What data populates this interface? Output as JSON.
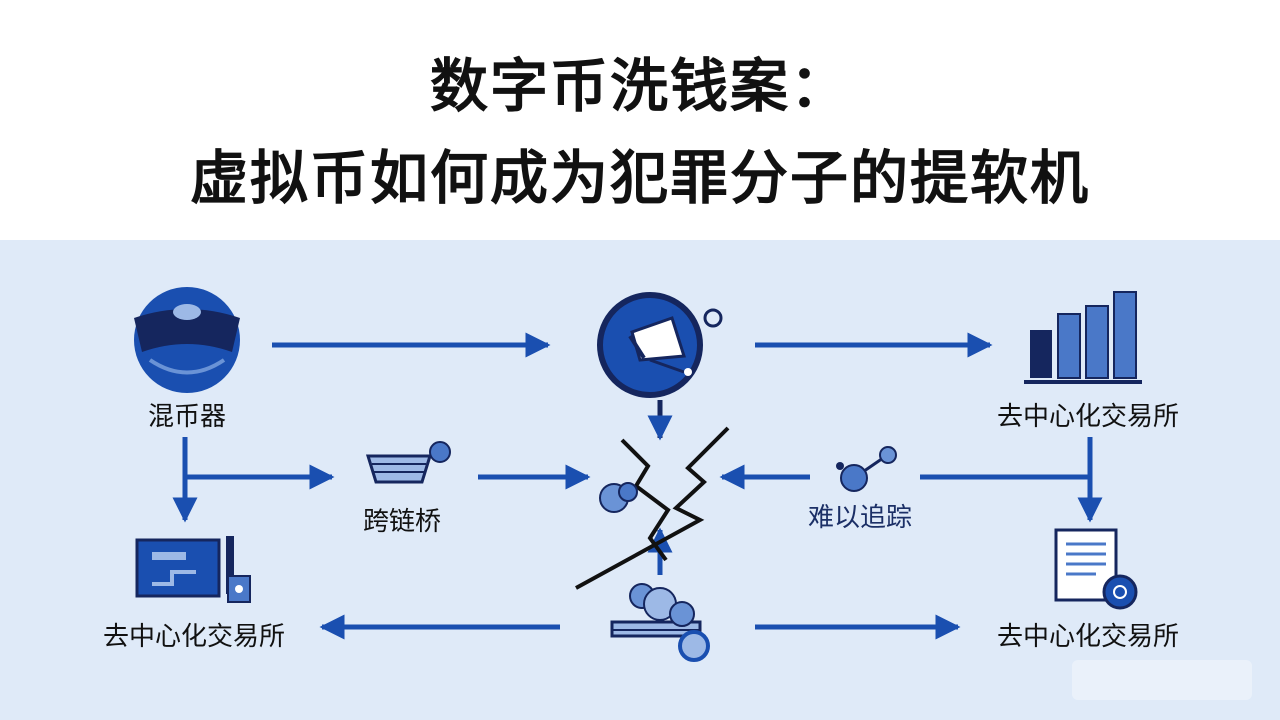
{
  "title": {
    "line1": "数字币洗钱案：",
    "line2": "虚拟币如何成为犯罪分子的提软机"
  },
  "nodes": {
    "mixer": "混币器",
    "dex_top_right": "去中心化交易所",
    "bridge": "跨链桥",
    "hard_to_trace": "难以追踪",
    "dex_bottom_left": "去中心化交易所",
    "dex_bottom_right": "去中心化交易所"
  },
  "colors": {
    "accent": "#1a4fb0",
    "dark": "#15265e",
    "light": "#6a93d6",
    "panel": "#dfeaf8"
  }
}
